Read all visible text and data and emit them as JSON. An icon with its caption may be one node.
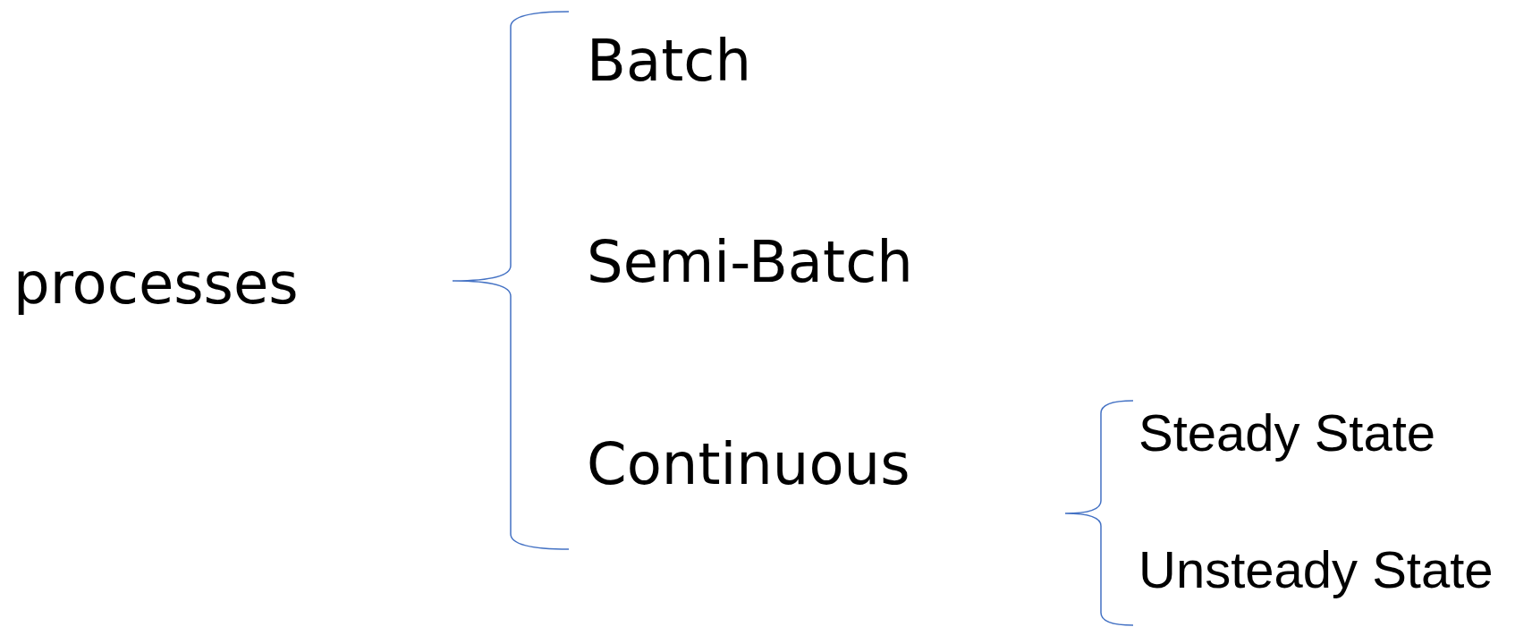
{
  "diagram": {
    "labels": [
      "processes",
      "Batch",
      "Semi-Batch",
      "Continuous",
      "Steady State",
      "Unsteady State"
    ]
  }
}
